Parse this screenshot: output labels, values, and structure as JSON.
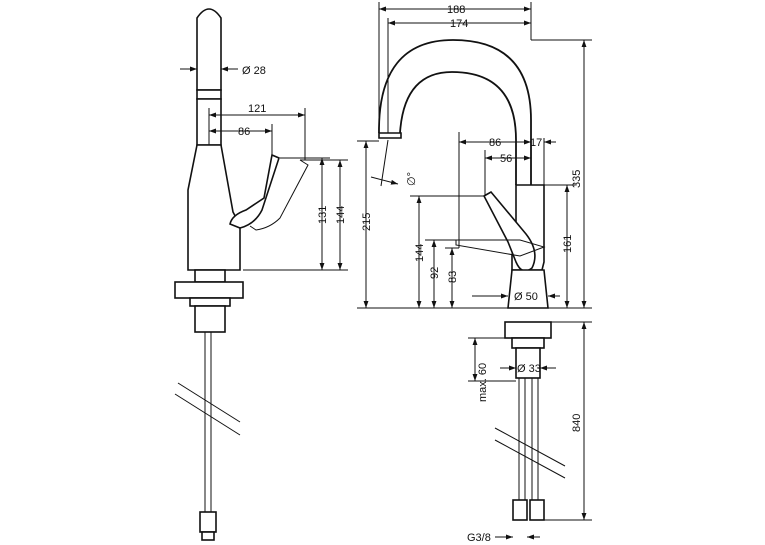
{
  "side_view": {
    "dim_spout_diameter": "Ø 28",
    "dim_lever_121": "121",
    "dim_lever_86": "86",
    "dim_height_131": "131",
    "dim_height_144": "144"
  },
  "front_view": {
    "dim_188": "188",
    "dim_174": "174",
    "dim_86": "86",
    "dim_56": "56",
    "dim_17": "17",
    "dim_335": "335",
    "dim_215": "215",
    "dim_144": "144",
    "dim_92": "92",
    "dim_83": "83",
    "dim_161": "161",
    "dim_base_diameter": "Ø 50",
    "dim_max_60": "max. 60",
    "dim_thread_diameter": "Ø 33",
    "dim_840": "840",
    "dim_connection": "G3/8",
    "angle_mark": "∅°"
  }
}
